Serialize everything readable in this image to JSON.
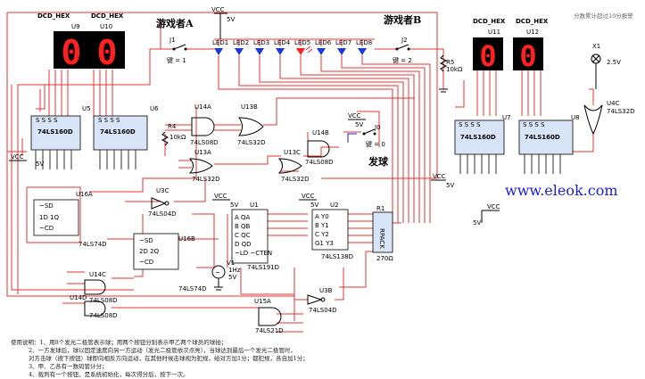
{
  "labels": {
    "dcd_hex_1": "DCD_HEX",
    "dcd_hex_2": "DCD_HEX",
    "dcd_hex_3": "DCD_HEX",
    "dcd_hex_4": "DCD_HEX",
    "u9": "U9",
    "u10": "U10",
    "u11": "U11",
    "u12": "U12",
    "player_a": "游戏者A",
    "player_b": "游戏者B",
    "serve": "发球",
    "j1": "J1",
    "key1": "键 = 1",
    "j2": "J2",
    "key2": "键 = 2",
    "j0": "J0",
    "key0": "键 = 0",
    "vcc_top": "VCC",
    "v5_top": "5V",
    "leds": [
      "LED1",
      "LED2",
      "LED3",
      "LED4",
      "LED5",
      "LED6",
      "LED7",
      "LED8"
    ],
    "r5": "R5",
    "r5_val": "10kΩ",
    "r4": "R4",
    "r4_val": "10kΩ",
    "x1": "X1",
    "x1_val": "2.5V",
    "note_top": "分数累计超过10分报警",
    "u5": "U5",
    "u5_part": "74LS160D",
    "u6": "U6",
    "u6_part": "74LS160D",
    "u7": "U7",
    "u7_part": "74LS160D",
    "u8": "U8",
    "u8_part": "74LS160D",
    "u14a": "U14A",
    "u14a_part": "74LS08D",
    "u13b": "U13B",
    "u13b_part": "74LS32D",
    "u14b": "U14B",
    "u14b_part": "74LS08D",
    "u13a": "U13A",
    "u13a_part": "74LS32D",
    "u13c": "U13C",
    "u13c_part": "74LS32D",
    "u4c": "U4C",
    "u4c_part": "74LS32D",
    "u16a": "U16A",
    "u16a_part": "74LS74D",
    "u16b": "U16B",
    "u16b_part": "74LS74D",
    "u3c": "U3C",
    "u3c_part": "74LS04D",
    "u1": "U1",
    "u1_part": "74LS191D",
    "u2": "U2",
    "u2_part": "74LS138D",
    "r1": "R1",
    "r1_part": "270Ω",
    "u14c": "U14C",
    "u14c_part": "74LS08D",
    "u14d": "U14D",
    "u14d_part": "74LS08D",
    "u15a": "U15A",
    "u15a_part": "74LS21D",
    "u3b": "U3B",
    "u3b_part": "74LS04D",
    "v1": "V1",
    "v1_freq": "1Hz",
    "v1_amp": "5V",
    "vcc_a": "VCC",
    "v5_a": "5V",
    "vcc_b": "VCC",
    "v5_b": "5V",
    "vcc_c": "VCC",
    "v5_c": "5V",
    "vcc_d": "VCC",
    "v5_d": "5V",
    "vcc_e": "VCC",
    "v5_e": "5V",
    "vcc_f": "VCC",
    "v5_f": "5V",
    "watermark": "www.eleok.com"
  },
  "notes": [
    "使用说明：1、用8个发光二极管表示球；用两个按钮分别表示甲乙两个球员的球拍；",
    "2、一方发球后，球以固定速度向另一方运动（发光二极管依次点亮），当球达到最后一个发光二极管时，",
    "对方击球（按下按钮）球即向相反方向运动，在其他时候击球视为犯规，给对方加1分；都犯规，各自加1分；",
    "3、甲、乙各有一数码管计分；",
    "4、裁判有一个按钮，是系统初始化，每次得分后，按下一次。"
  ],
  "colors": {
    "wire": "#e83030",
    "display_digit": "#ff2020",
    "led": "#1a3ad8",
    "led_on": "#ff2020",
    "chip_fill": "#d8e4f8",
    "watermark": "#1a1ae6"
  }
}
